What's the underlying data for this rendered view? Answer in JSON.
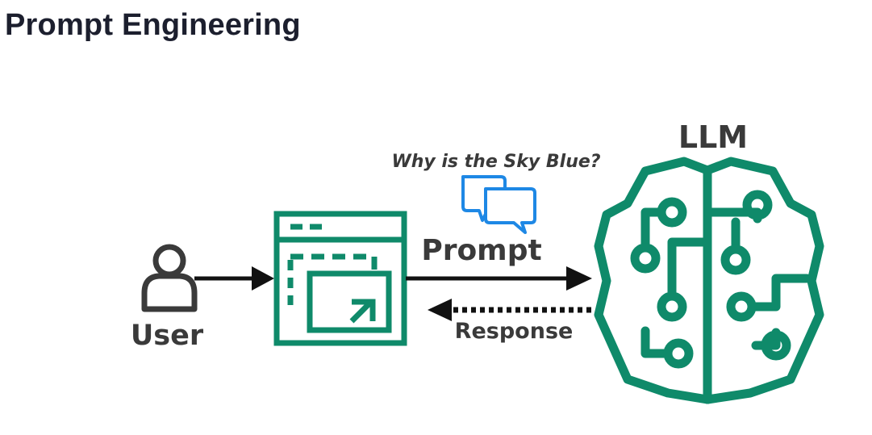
{
  "title": "Prompt Engineering",
  "question": "Why is the Sky Blue?",
  "labels": {
    "user": "User",
    "prompt": "Prompt",
    "response": "Response",
    "llm": "LLM"
  },
  "colors": {
    "accent_green": "#0f8a6a",
    "chat_blue": "#1e88e5",
    "text_dark": "#3a3a3a",
    "title_color": "#1c1f2e"
  },
  "icons": [
    "user-icon",
    "app-window-icon",
    "chat-bubbles-icon",
    "brain-circuit-icon"
  ]
}
